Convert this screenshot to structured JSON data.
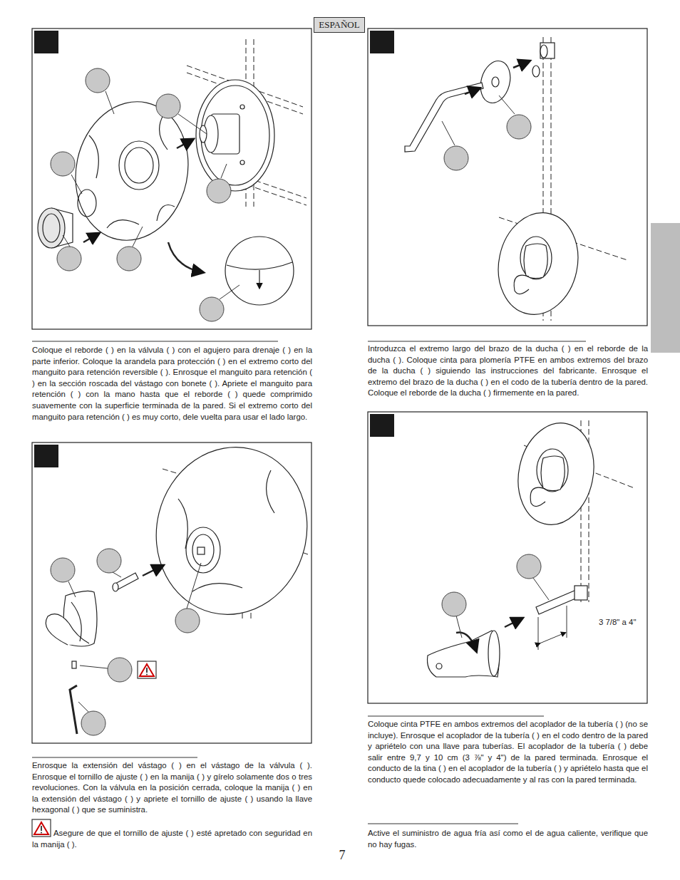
{
  "diagram": {
    "nodes": [
      {
        "text": [
          "ESPAÑOL"
        ]
      }
    ],
    "labels": [
      "Coloque el reborde (    ) en la válvula (    ) con el agujero para drenaje (    ) en la parte inferior. Coloque la arandela para protección (    ) en el extremo corto del manguito para retención reversible (    ). Enrosque el manguito para retención (    ) en la sección roscada del vástago con bonete (    ). Apriete el manguito para retención (    ) con la mano hasta que el reborde (    ) quede comprimido suavemente con la superficie terminada de la pared. Si el extremo corto del manguito para retención (    ) es muy corto, dele vuelta para usar el lado largo.",
      "Enrosque la extensión del vástago (    ) en el vástago de la válvula (    ). Enrosque el tornillo de ajuste (    ) en la manija (    ) y gírelo solamente dos o tres revoluciones. Con la válvula en la posición cerrada, coloque la manija (    ) en la extensión del vástago (    ) y apriete el tornillo de ajuste (    ) usando la llave hexagonal (    ) que se suministra.",
      "Asegure de que el tornillo de ajuste (    ) esté apretado con seguridad en la manija (    ).",
      "Introduzca el extremo largo del brazo de la ducha (    ) en el reborde de la ducha (    ). Coloque cinta para plomería PTFE en ambos extremos del brazo de la ducha (    ) siguiendo las instrucciones del fabricante. Enrosque el extremo del brazo de la ducha (    ) en el codo de la tubería dentro de la pared. Coloque el reborde de la ducha (    ) firmemente en la pared.",
      "3 7/8\" a 4\"",
      "Coloque cinta PTFE en ambos extremos del acoplador de la tubería (    ) (no se incluye). Enrosque el acoplador de la tubería (    ) en el codo dentro de la pared y apriételo con una llave para tuberías. El acoplador de la tubería (    ) debe salir entre 9,7 y 10 cm (3 ⅞\" y 4\") de la pared terminada. Enrosque el conducto de la tina (    ) en el acoplador de la tubería (    ) y apriételo hasta que el conducto quede colocado adecuadamente y al ras con la pared terminada.",
      "Active el suministro de agua fría así como el de agua caliente, verifique que no hay fugas.",
      "7"
    ]
  }
}
